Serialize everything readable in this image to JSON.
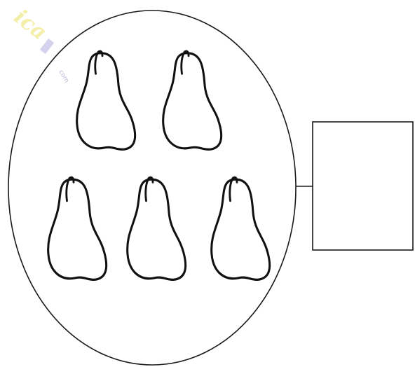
{
  "diagram": {
    "pear_count": 5,
    "answer_box_value": "",
    "watermark": {
      "text": "ica",
      "small_text": "com"
    }
  },
  "colors": {
    "background": "#ffffff",
    "stroke": "#1a1a1a",
    "watermark": "#f1ec9a"
  }
}
